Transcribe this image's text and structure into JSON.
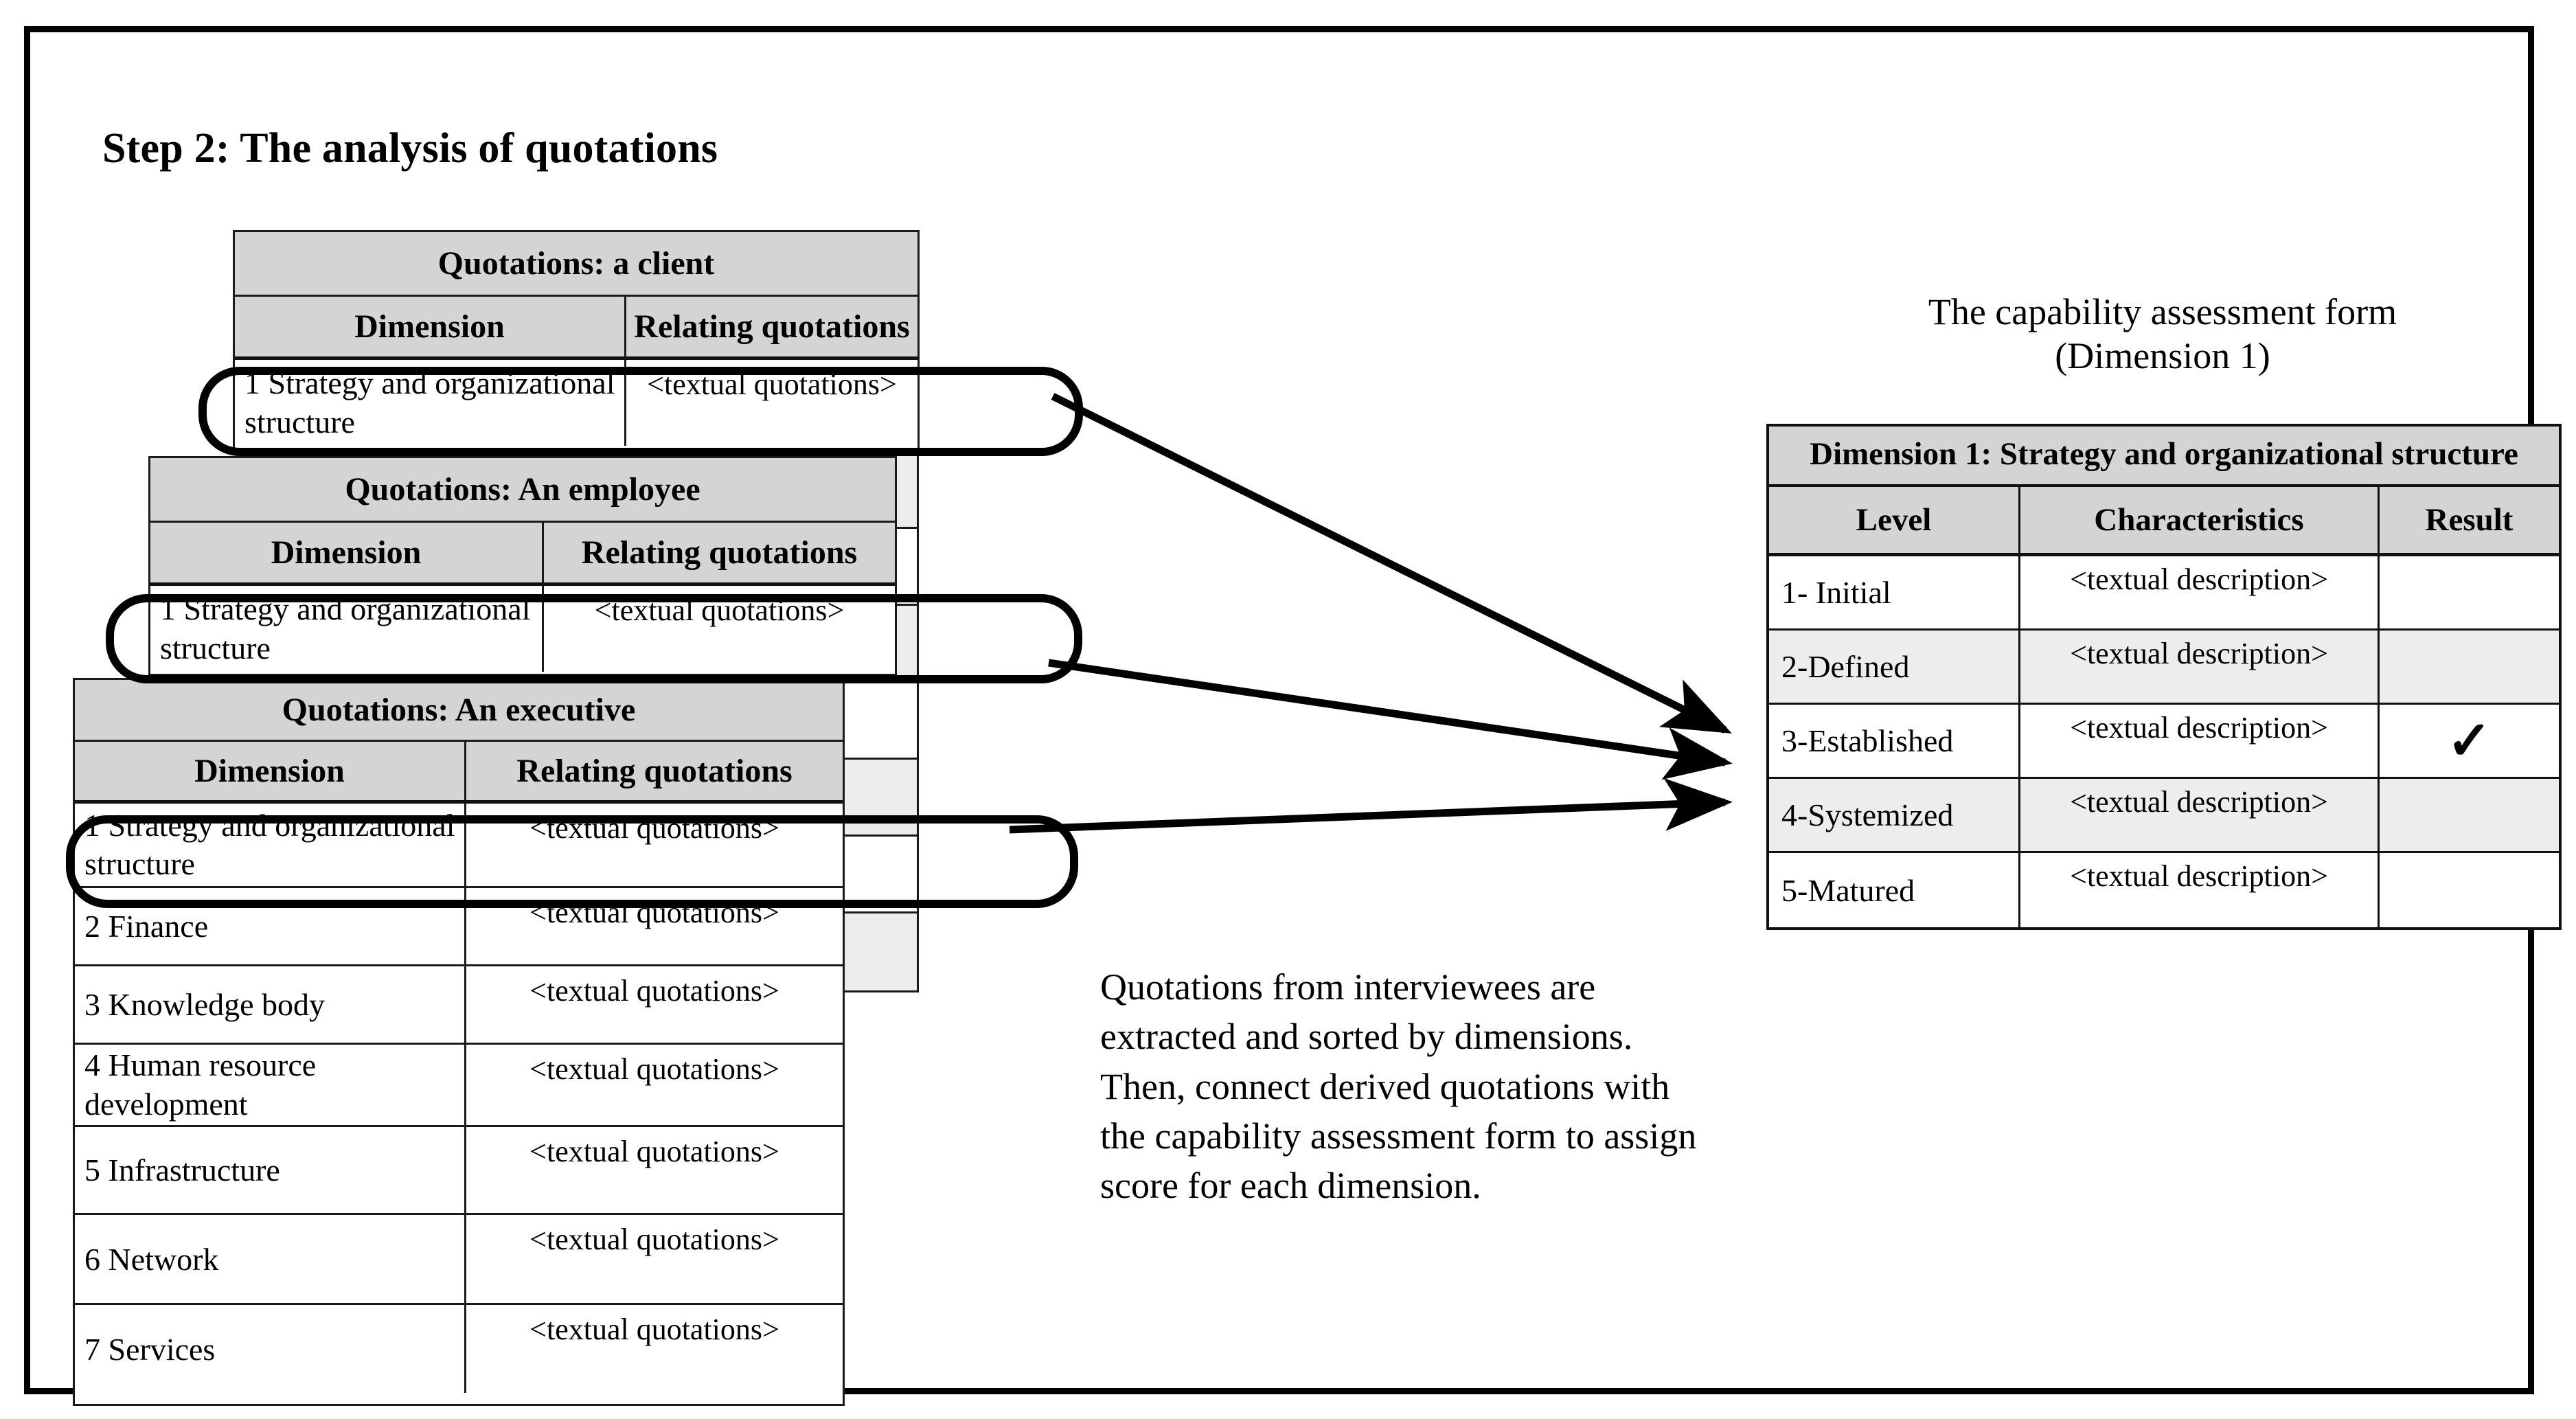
{
  "title": "Step 2: The analysis of quotations",
  "common": {
    "col_dimension": "Dimension",
    "col_quotations": "Relating quotations",
    "quotation_placeholder": "<textual quotations>",
    "fragment_text": "ns>",
    "fragment_text_short": "s>"
  },
  "tables": [
    {
      "caption": "Quotations: a client",
      "rows": [
        {
          "dimension": "1 Strategy and organizational structure",
          "quotation": "<textual quotations>"
        }
      ]
    },
    {
      "caption": "Quotations: An employee",
      "rows": [
        {
          "dimension": "1 Strategy and organizational structure",
          "quotation": "<textual quotations>"
        }
      ]
    },
    {
      "caption": "Quotations: An executive",
      "rows": [
        {
          "dimension": "1 Strategy and organizational structure",
          "quotation": "<textual quotations>"
        },
        {
          "dimension": "2 Finance",
          "quotation": "<textual quotations>"
        },
        {
          "dimension": "3 Knowledge body",
          "quotation": "<textual quotations>"
        },
        {
          "dimension": "4 Human resource development",
          "quotation": "<textual quotations>"
        },
        {
          "dimension": "5 Infrastructure",
          "quotation": "<textual quotations>"
        },
        {
          "dimension": "6 Network",
          "quotation": "<textual quotations>"
        },
        {
          "dimension": "7 Services",
          "quotation": "<textual quotations>"
        }
      ]
    }
  ],
  "assessment": {
    "heading": "The capability assessment form (Dimension 1)",
    "table_title": "Dimension 1: Strategy and organizational structure",
    "columns": [
      "Level",
      "Characteristics",
      "Result"
    ],
    "rows": [
      {
        "level": "1- Initial",
        "characteristics": "<textual description>",
        "result": ""
      },
      {
        "level": "2-Defined",
        "characteristics": "<textual description>",
        "result": ""
      },
      {
        "level": "3-Established",
        "characteristics": "<textual description>",
        "result": "✓"
      },
      {
        "level": "4-Systemized",
        "characteristics": "<textual description>",
        "result": ""
      },
      {
        "level": "5-Matured",
        "characteristics": "<textual description>",
        "result": ""
      }
    ]
  },
  "caption": "Quotations from interviewees are extracted and sorted by dimensions. Then, connect derived quotations with the capability assessment form to assign score for each dimension.",
  "colors": {
    "header_band": "#d4d4d4",
    "shaded_row": "#ededed",
    "border": "#1a1a1a",
    "background": "#ffffff"
  }
}
